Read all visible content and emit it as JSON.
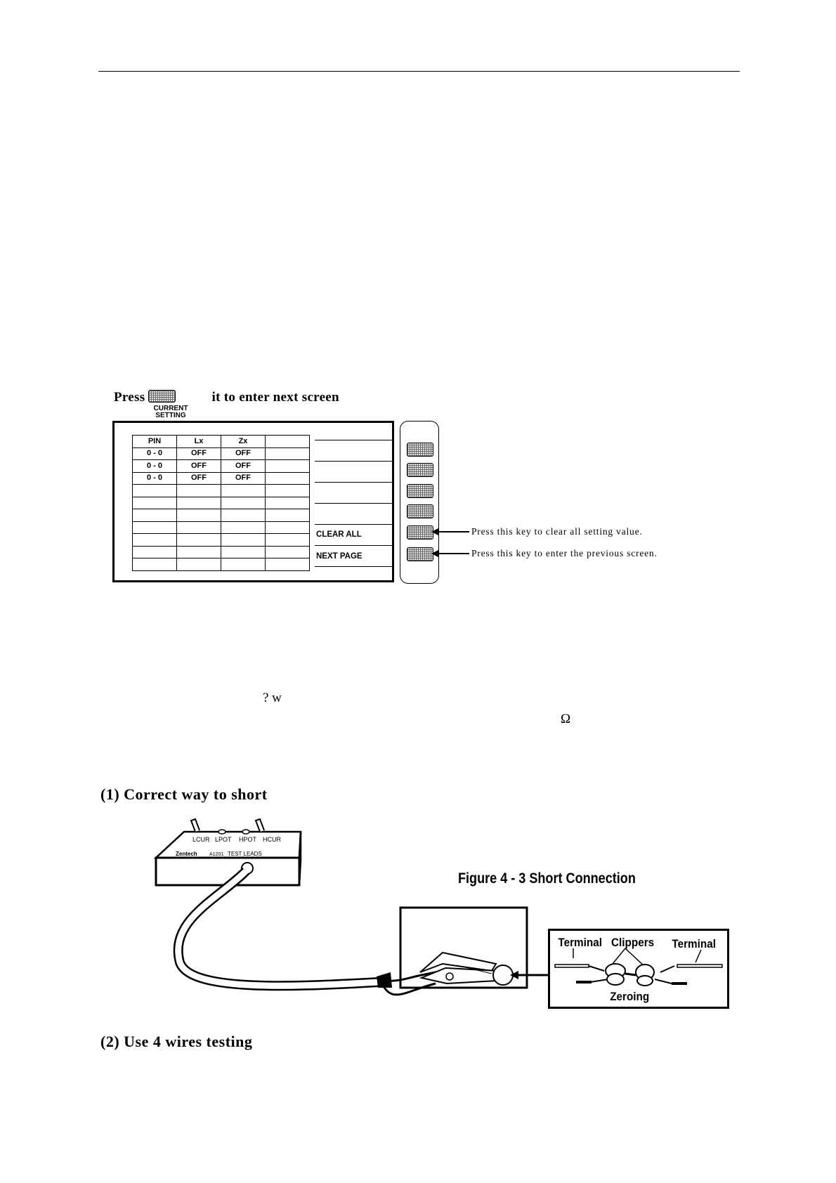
{
  "press_instruction": {
    "before": "Press",
    "after": "it to enter next screen",
    "key_label_line1": "CURRENT",
    "key_label_line2": "SETTING"
  },
  "screen": {
    "headers": [
      "PIN",
      "Lx",
      "Zx",
      ""
    ],
    "rows": [
      [
        "0 - 0",
        "OFF",
        "OFF",
        ""
      ],
      [
        "0 - 0",
        "OFF",
        "OFF",
        ""
      ],
      [
        "0 - 0",
        "OFF",
        "OFF",
        ""
      ]
    ],
    "soft_labels": {
      "clear_all": "CLEAR ALL",
      "next_page": "NEXT PAGE"
    }
  },
  "callouts": {
    "clear_all": "Press this key to clear all setting value.",
    "next_page": "Press this key to enter the previous screen."
  },
  "stray_text": {
    "question_w": "? w",
    "omega": "Ω"
  },
  "sections": {
    "s1": "(1) Correct way to short",
    "s2": "(2) Use 4 wires testing"
  },
  "figure": {
    "caption": "Figure 4 - 3 Short Connection",
    "lead_box": {
      "terminal_labels": [
        "LCUR",
        "LPOT",
        "HPOT",
        "HCUR"
      ],
      "brand": "Zentech",
      "model": "A1201",
      "name": "TEST LEADS"
    },
    "zeroing_detail": {
      "terminal_left": "Terminal",
      "clippers": "Clippers",
      "terminal_right": "Terminal",
      "zeroing": "Zeroing"
    }
  }
}
